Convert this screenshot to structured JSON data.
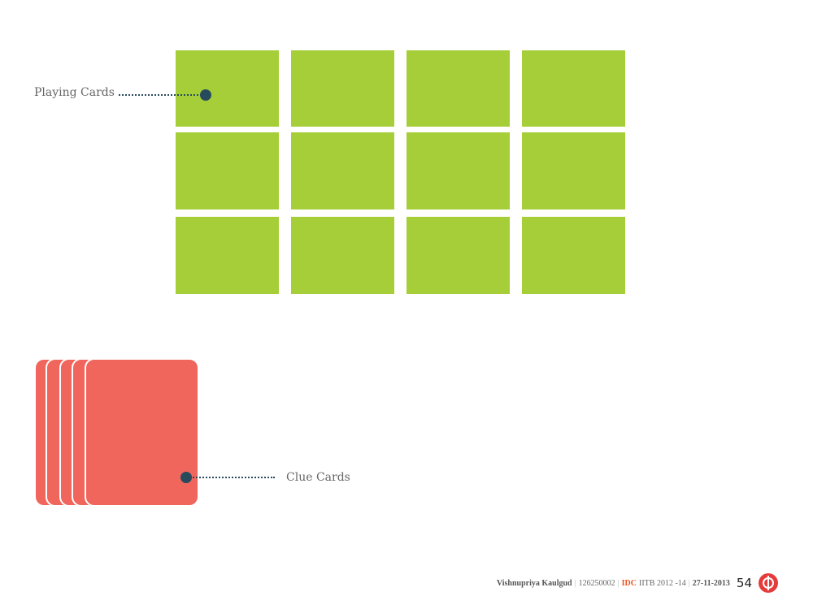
{
  "labels": {
    "playing_cards": "Playing Cards",
    "clue_cards": "Clue Cards"
  },
  "footer": {
    "author": "Vishnupriya Kaulgud",
    "roll": "126250002",
    "idc": "IDC",
    "program": "IITB 2012 -14",
    "date": "27-11-2013",
    "page": "54"
  },
  "colors": {
    "playing_card": "#a6ce39",
    "clue_card": "#f0655c",
    "marker": "#274b5d"
  }
}
